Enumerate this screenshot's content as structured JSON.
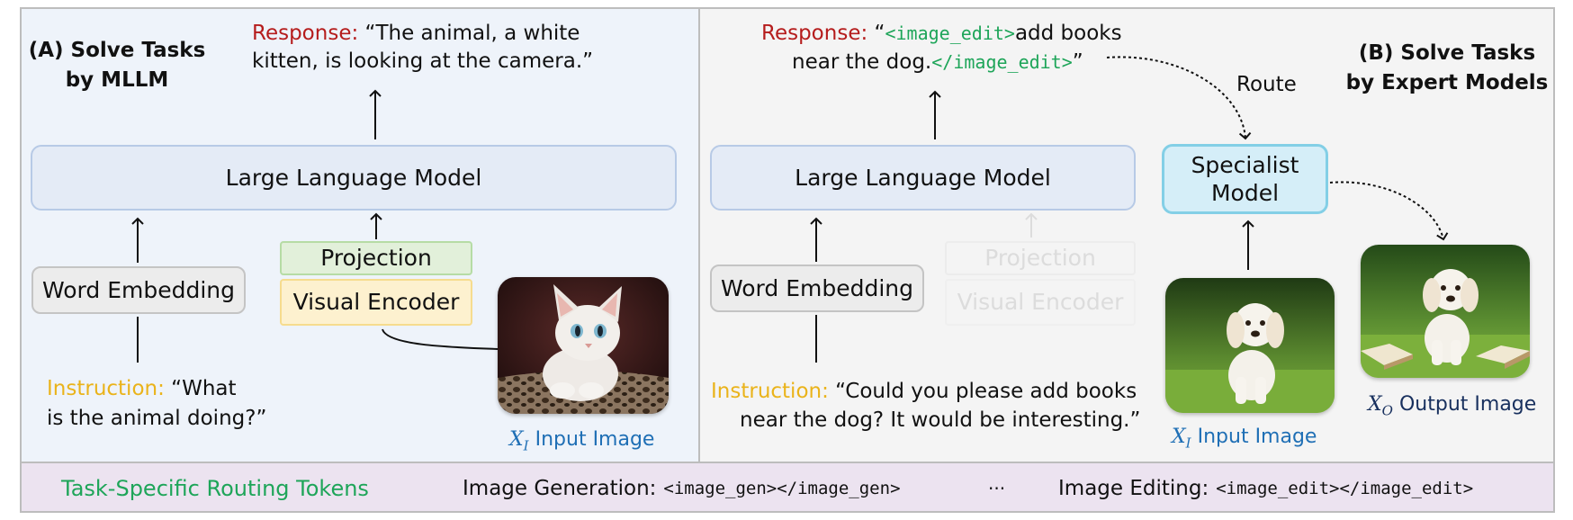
{
  "panel_a": {
    "title_line1": "(A) Solve Tasks",
    "title_line2": "by MLLM",
    "response_label": "Response:",
    "response_line1": "“The animal, a white",
    "response_line2": "kitten, is looking at the camera.”",
    "llm_label": "Large Language Model",
    "word_embedding_label": "Word Embedding",
    "projection_label": "Projection",
    "visual_encoder_label": "Visual Encoder",
    "instruction_label": "Instruction:",
    "instruction_line1": "“What",
    "instruction_line2": "is the animal doing?”",
    "input_symbol": "X",
    "input_subscript": "I",
    "input_caption": "Input Image"
  },
  "panel_b": {
    "title_line1": "(B) Solve Tasks",
    "title_line2": "by Expert Models",
    "response_label": "Response:",
    "response_quote_open": "“",
    "response_tag_open": "<image_edit>",
    "response_text_1": "add books",
    "response_text_2": "near the dog.",
    "response_tag_close": "</image_edit>",
    "response_quote_close": "”",
    "route_label": "Route",
    "llm_label": "Large Language Model",
    "specialist_line1": "Specialist",
    "specialist_line2": "Model",
    "word_embedding_label": "Word Embedding",
    "projection_label": "Projection",
    "visual_encoder_label": "Visual Encoder",
    "instruction_label": "Instruction:",
    "instruction_line1": "“Could you please add books",
    "instruction_line2": "near the dog? It would be interesting.”",
    "input_symbol": "X",
    "input_subscript": "I",
    "input_caption": "Input Image",
    "output_symbol": "X",
    "output_subscript": "O",
    "output_caption": "Output Image"
  },
  "bottom_bar": {
    "label": "Task-Specific Routing Tokens",
    "generation_label": "Image Generation:",
    "generation_tokens": "<image_gen></image_gen>",
    "ellipsis": "···",
    "editing_label": "Image Editing:",
    "editing_tokens": "<image_edit></image_edit>"
  },
  "colors": {
    "response_red": "#b51c1c",
    "instruction_yellow": "#eab31a",
    "token_green": "#1ea559",
    "caption_blue": "#1f6fb5",
    "caption_navy": "#18305e"
  },
  "icons": [
    "kitten-photo",
    "dog-photo",
    "dog-with-books-photo"
  ]
}
